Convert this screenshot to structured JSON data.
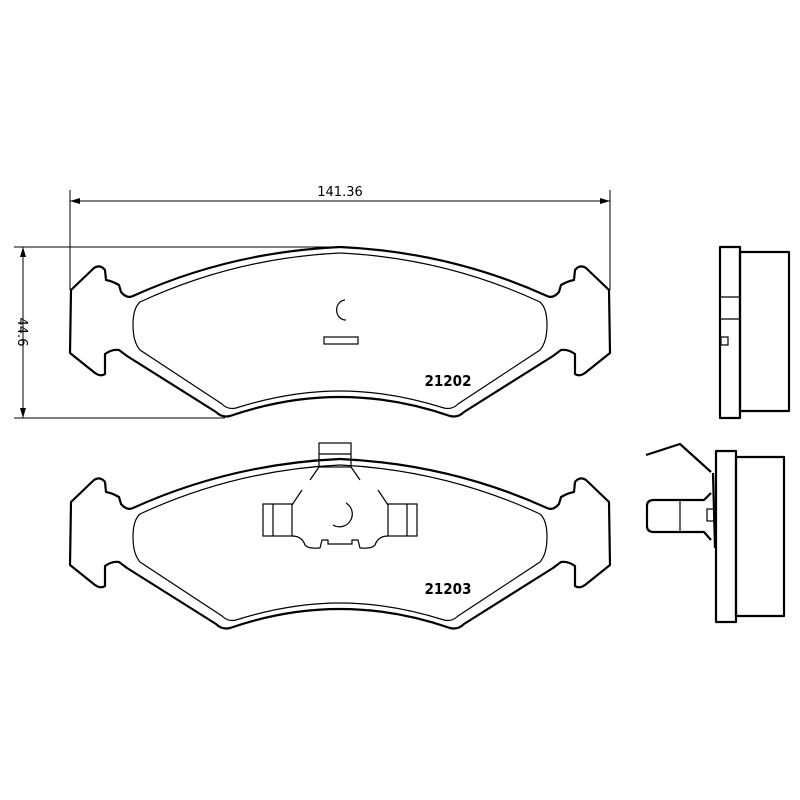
{
  "dimensions": {
    "width": "141.36",
    "height": "44.6"
  },
  "parts": [
    {
      "number": "21202",
      "variant": "without wear indicator clip"
    },
    {
      "number": "21203",
      "variant": "with wear indicator clip"
    }
  ],
  "colors": {
    "line": "#000000",
    "background": "#ffffff"
  }
}
